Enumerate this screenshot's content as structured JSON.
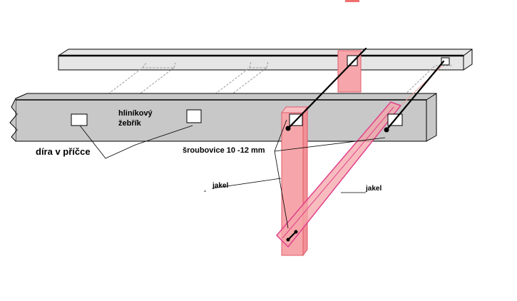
{
  "labels": {
    "hlinikovy_line1": "hliníkový",
    "hlinikovy_line2": "žebřík",
    "dira": "díra v příčce",
    "sroubovice": "šroubovice 10 -12 mm",
    "jakel_left": "jakel",
    "jakel_right": "jakel"
  },
  "colors": {
    "beam_fill": "#c8c8c8",
    "beam_fill_back": "#e6e6e6",
    "jakel_fill": "#f6a6aa",
    "jakel_stroke": "#e05a6a",
    "diagonal_stroke": "#e0408a",
    "line": "#000000"
  }
}
